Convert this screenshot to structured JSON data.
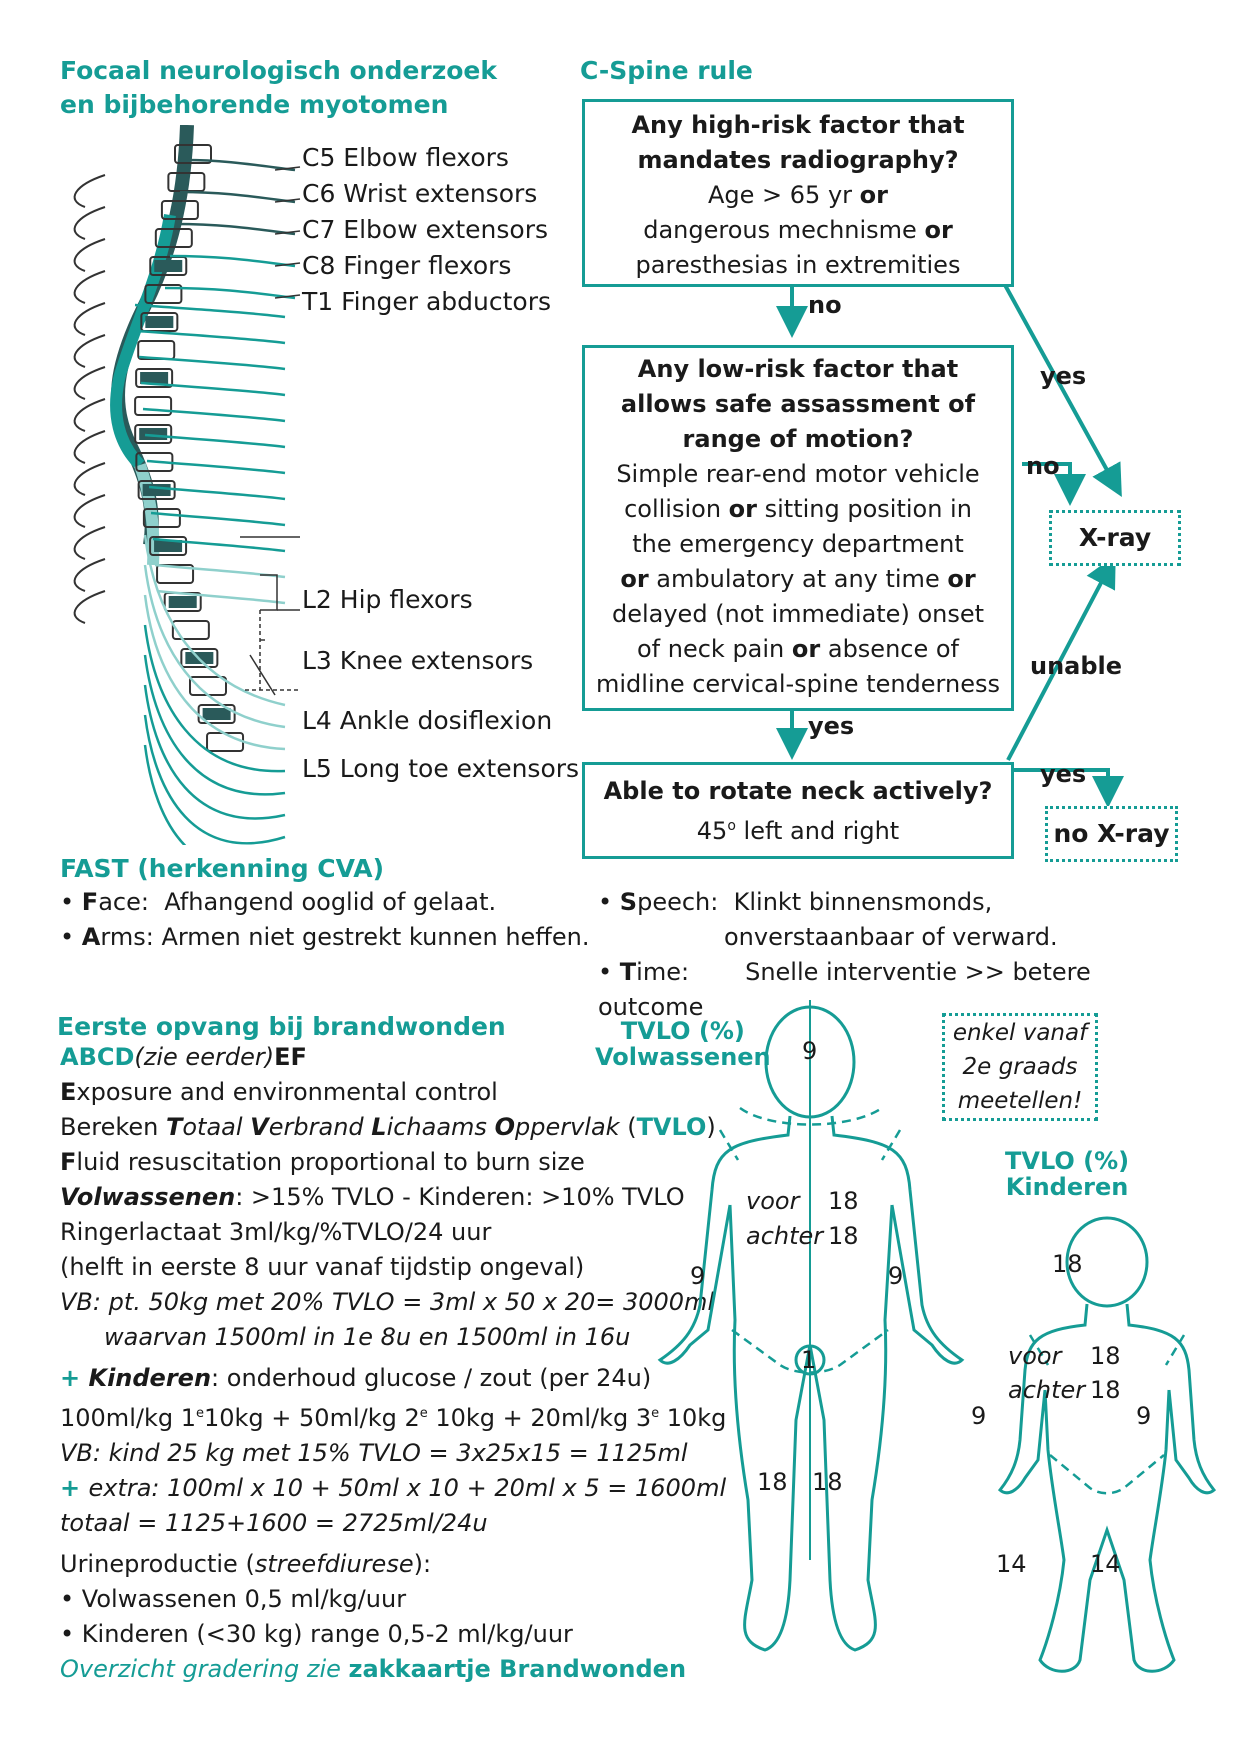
{
  "spine": {
    "title_line1": "Focaal neurologisch onderzoek",
    "title_line2": "en bijbehorende myotomen",
    "labels": [
      "C5 Elbow flexors",
      "C6 Wrist extensors",
      "C7 Elbow extensors",
      "C8 Finger flexors",
      "T1 Finger abductors",
      "L2 Hip flexors",
      "L3 Knee extensors",
      "L4 Ankle dosiflexion",
      "L5 Long toe extensors"
    ]
  },
  "cspine": {
    "title": "C-Spine rule",
    "box1": {
      "q1": "Any high-risk factor that",
      "q2": "mandates radiography?",
      "l1a": "Age > 65 yr ",
      "l1b": "or",
      "l2a": "dangerous mechnisme ",
      "l2b": "or",
      "l3": "paresthesias in extremities"
    },
    "box2": {
      "q1": "Any low-risk factor that",
      "q2": "allows safe assassment of",
      "q3": "range of motion?",
      "l1": "Simple rear-end motor vehicle",
      "l2a": "collision ",
      "l2b": "or",
      "l2c": " sitting position in",
      "l3": "the emergency department",
      "l4a": "or",
      "l4b": " ambulatory at any time ",
      "l4c": "or",
      "l5": "delayed (not immediate) onset",
      "l6a": "of neck pain ",
      "l6b": "or",
      "l6c": " absence of",
      "l7": "midline cervical-spine tenderness"
    },
    "box3": {
      "q": "Able to rotate neck actively?",
      "l1a": "45",
      "l1sup": "o",
      "l1b": " left and right"
    },
    "no1": "no",
    "yes1": "yes",
    "no2": "no",
    "yes2": "yes",
    "unable": "unable",
    "yes3": "yes",
    "xray": "X-ray",
    "noxray": "no X-ray"
  },
  "fast": {
    "title": "FAST (herkenning CVA)",
    "face_l": "F",
    "face_r": "ace:",
    "face_t": "Afhangend ooglid of gelaat.",
    "arms_l": "A",
    "arms_r": "rms:",
    "arms_t": "Armen niet gestrekt kunnen heffen.",
    "speech_l": "S",
    "speech_r": "peech:",
    "speech_t1": "Klinkt binnensmonds,",
    "speech_t2": "onverstaanbaar of verward.",
    "time_l": "T",
    "time_r": "ime:",
    "time_t": "Snelle interventie >> betere outcome"
  },
  "burns": {
    "title": "Eerste opvang bij brandwonden",
    "abcd": "ABCD",
    "zie": "(zie eerder)",
    "ef": "EF",
    "e_l": "E",
    "e_t": "xposure and environmental control",
    "bereken": "Bereken ",
    "t_l": "T",
    "t_r": "otaal ",
    "v_l": "V",
    "v_r": "erbrand ",
    "li_l": "L",
    "li_r": "ichaams ",
    "o_l": "O",
    "o_r": "ppervlak ",
    "tvlo_a": "(",
    "tvlo_b": "TVLO",
    "tvlo_c": ")",
    "f_l": "F",
    "f_t": "luid resuscitation proportional to burn size",
    "volw": "Volwassenen",
    "volw_t": ": >15% TVLO - Kinderen: >10% TVLO",
    "ringer": "Ringerlactaat 3ml/kg/%TVLO/24 uur",
    "helft": "(helft in eerste 8 uur vanaf tijdstip ongeval)",
    "vb1": "VB: pt. 50kg met 20% TVLO =  3ml x 50 x 20= 3000ml",
    "vb2": "waarvan 1500ml in 1e 8u en 1500ml in 16u",
    "plus": "+ ",
    "kind": "Kinderen",
    "kind_t": ": onderhoud glucose / zout (per 24u)",
    "calc_a": "100ml/kg 1",
    "calc_sup1": "e",
    "calc_b": "10kg + 50ml/kg 2",
    "calc_sup2": "e",
    "calc_c": " 10kg + 20ml/kg 3",
    "calc_sup3": "e",
    "calc_d": " 10kg",
    "vb3": "VB: kind 25 kg met 15% TVLO =  3x25x15 = 1125ml",
    "extra_plus": "+ ",
    "extra": "extra: 100ml x 10 + 50ml x 10 + 20ml x 5 = 1600ml",
    "totaal": "totaal = 1125+1600 = 2725ml/24u",
    "urine_a": "Urineproductie (",
    "urine_b": "streefdiurese",
    "urine_c": "):",
    "u1": "• Volwassenen 0,5 ml/kg/uur",
    "u2": "• Kinderen (<30 kg) range 0,5-2 ml/kg/uur",
    "ov_a": "Overzicht gradering zie ",
    "ov_b": "zakkaartje Brandwonden"
  },
  "bodies": {
    "adult_title1": "TVLO (%)",
    "adult_title2": "Volwassenen",
    "adult_head": "9",
    "voor": "voor",
    "achter": "achter",
    "adult_voor": "18",
    "adult_achter": "18",
    "adult_arm_l": "9",
    "adult_arm_r": "9",
    "adult_groin": "1",
    "adult_leg_l": "18",
    "adult_leg_r": "18",
    "note1": "enkel vanaf",
    "note2": "2e graads",
    "note3": "meetellen!",
    "child_title1": "TVLO (%)",
    "child_title2": "Kinderen",
    "child_head": "18",
    "child_voor": "18",
    "child_achter": "18",
    "child_arm_l": "9",
    "child_arm_r": "9",
    "child_leg_l": "14",
    "child_leg_r": "14"
  },
  "colors": {
    "accent": "#159c95",
    "dark": "#2a5a5a",
    "light": "#8fd0cc"
  }
}
